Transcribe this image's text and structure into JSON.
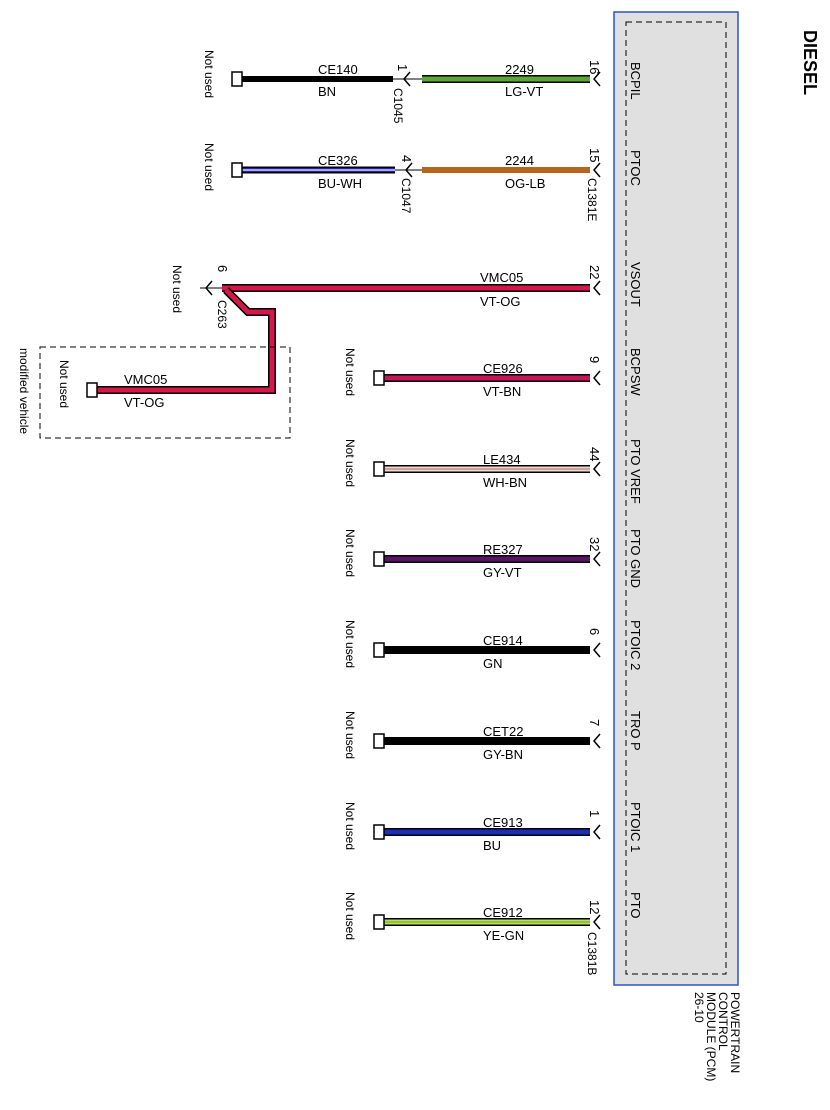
{
  "title": "DIESEL",
  "module": {
    "lines": [
      "POWERTRAIN",
      "CONTROL",
      "MODULE (PCM)",
      "26-10"
    ],
    "fill": "#e0e0e0",
    "border": "#2a55c7"
  },
  "colors": {
    "BN": "#000000",
    "LG-VT": "#5aa63a",
    "BU-WH": "#1f1fb8",
    "OG-LB": "#b5651d",
    "VT-OG": "#d4184a",
    "VT-BN": "#c2185b",
    "WH-BN": "#f0d8d0",
    "GY-VT": "#5b1466",
    "GN": "#000000",
    "GY-BN": "#000000",
    "BU": "#1a2fb5",
    "YE-GN": "#b6e05a"
  },
  "wires": [
    {
      "pin": "16",
      "signal": "BCPIL",
      "circuit": "2249",
      "color": "LG-VT",
      "not_used": "Not used",
      "pcm_connector": "",
      "inline_connector": "C1045",
      "inline_pin": "1",
      "far_circuit": "CE140",
      "far_color": "BN"
    },
    {
      "pin": "15",
      "signal": "PTOC",
      "circuit": "2244",
      "color": "OG-LB",
      "not_used": "Not used",
      "pcm_connector": "C1381E",
      "inline_connector": "C1047",
      "inline_pin": "4",
      "far_circuit": "CE326",
      "far_color": "BU-WH"
    },
    {
      "pin": "22",
      "signal": "VSOUT",
      "circuit": "VMC05",
      "color": "VT-OG",
      "not_used": "Not used",
      "pcm_connector": "",
      "inline_connector": "C263",
      "inline_pin": "6",
      "far_circuit": "VMC05",
      "far_color": "VT-OG",
      "modified": "modified vehicle",
      "modified_not_used": "Not used"
    },
    {
      "pin": "9",
      "signal": "BCPSW",
      "circuit": "CE926",
      "color": "VT-BN",
      "not_used": "Not used"
    },
    {
      "pin": "44",
      "signal": "PTO VREF",
      "circuit": "LE434",
      "color": "WH-BN",
      "not_used": "Not used"
    },
    {
      "pin": "32",
      "signal": "PTO GND",
      "circuit": "RE327",
      "color": "GY-VT",
      "not_used": "Not used"
    },
    {
      "pin": "6",
      "signal": "PTOIC 2",
      "circuit": "CE914",
      "color": "GN",
      "not_used": "Not used"
    },
    {
      "pin": "7",
      "signal": "TRO P",
      "circuit": "CET22",
      "color": "GY-BN",
      "not_used": "Not used"
    },
    {
      "pin": "1",
      "signal": "PTOIC 1",
      "circuit": "CE913",
      "color": "BU",
      "not_used": "Not used"
    },
    {
      "pin": "12",
      "signal": "PTO",
      "circuit": "CE912",
      "color": "YE-GN",
      "not_used": "Not used",
      "pcm_connector": "C1381B"
    }
  ]
}
